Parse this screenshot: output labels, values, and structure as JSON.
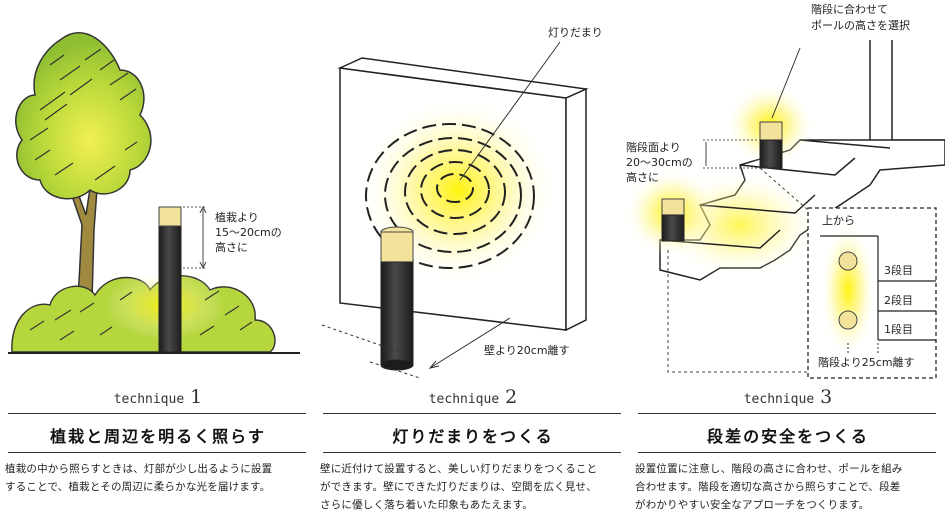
{
  "panel1": {
    "annotation_line1": "植栽より",
    "annotation_line2": "15〜20cmの",
    "annotation_line3": "高さに",
    "technique_label": "technique",
    "technique_number": "1",
    "heading": "植栽と周辺を明るく照らす",
    "body_line1": "植栽の中から照らすときは、灯部が少し出るように設置",
    "body_line2": "することで、植栽とその周辺に柔らかな光を届けます。"
  },
  "panel2": {
    "light_pool_label": "灯りだまり",
    "distance_label": "壁より20cm離す",
    "technique_label": "technique",
    "technique_number": "2",
    "heading": "灯りだまりをつくる",
    "body_line1": "壁に近付けて設置すると、美しい灯りだまりをつくること",
    "body_line2": "ができます。壁にできた灯りだまりは、空間を広く見せ、",
    "body_line3": "さらに優しく落ち着いた印象もあたえます。"
  },
  "panel3": {
    "callout_line1": "階段に合わせて",
    "callout_line2": "ポールの高さを選択",
    "height_line1": "階段面より",
    "height_line2": "20〜30cmの",
    "height_line3": "高さに",
    "inset_title": "上から",
    "step3": "3段目",
    "step2": "2段目",
    "step1": "1段目",
    "inset_distance": "階段より25cm離す",
    "technique_label": "technique",
    "technique_number": "3",
    "heading": "段差の安全をつくる",
    "body_line1": "設置位置に注意し、階段の高さに合わせ、ポールを組み",
    "body_line2": "合わせます。階段を適切な高さから照らすことで、段差",
    "body_line3": "がわかりやすい安全なアプローチをつくります。"
  },
  "colors": {
    "glow": "#fff200",
    "foliage": "#b8d93a",
    "pole": "#2b2b2b",
    "lamp": "#f3e39a"
  }
}
